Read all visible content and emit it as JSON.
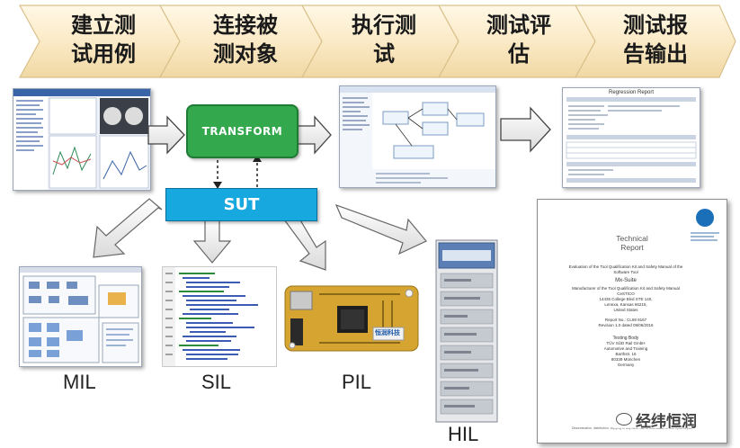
{
  "process_steps": [
    "建立测试用例",
    "连接被测对象",
    "执行测试",
    "测试评估",
    "测试报告输出"
  ],
  "step_lines": [
    [
      "建立测",
      "试用例"
    ],
    [
      "连接被",
      "测对象"
    ],
    [
      "执行测",
      "试"
    ],
    [
      "测试评",
      "估"
    ],
    [
      "测试报",
      "告输出"
    ]
  ],
  "nodes": {
    "transform": "TRANSFORM",
    "sut": "SUT"
  },
  "targets": {
    "mil": "MIL",
    "sil": "SIL",
    "pil": "PIL",
    "hil": "HIL"
  },
  "report_doc": {
    "title_line1": "Technical",
    "title_line2": "Report",
    "line1": "Evaluation of the Tool Qualification Kit and Safety Manual of the",
    "line2": "Software Tool",
    "product": "Mx-Suite",
    "line3": "Manufacturer of the Tool Qualification Kit and Safety Manual",
    "addr1": "CeSTICO",
    "addr2": "14435 College Blvd STE 140,",
    "addr3": "Lenexa, Kansas 66215,",
    "addr4": "United States",
    "report_no": "Report No.: CL69 9167",
    "revision": "Revision 1.0 dated 09/06/2016",
    "body_title": "Testing Body",
    "body1": "TÜV SÜD Rail GmbH",
    "body2": "Automotive and Training",
    "body3": "Barthstr. 16",
    "body4": "80339 München",
    "body5": "Germany",
    "footer": "Dissemination, distribution, copying or any other use of information in this report is part"
  },
  "report_screenshot_title": "Regression Report",
  "board_logo": "恒润科技",
  "watermark": "经纬恒润",
  "colors": {
    "chevron_fill": "#fbeed3",
    "transform_fill": "#2ea34a",
    "sut_fill": "#17a8e0",
    "arrow_fill": "#ececec"
  }
}
